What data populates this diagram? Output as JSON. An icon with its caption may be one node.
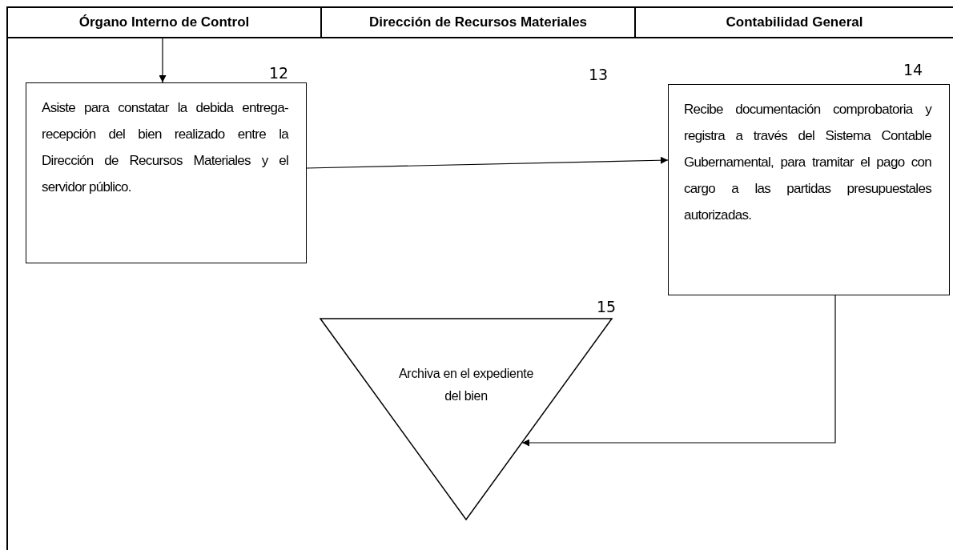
{
  "diagram": {
    "nodes": [
      {
        "text": [
          "Órgano Interno de Control"
        ]
      },
      {
        "text": [
          "Dirección de Recursos Materiales"
        ]
      },
      {
        "text": [
          "Contabilidad General"
        ]
      },
      {
        "text": [
          "Asiste para constatar la debida entrega-recepción del bien realizado entre la Dirección de Recursos Materiales y el servidor público."
        ],
        "beside": [
          "12"
        ]
      },
      {
        "text": [
          "Recibe documentación comprobatoria y registra a través del Sistema Contable Gubernamental, para tramitar el pago con cargo a las partidas presupuestales autorizadas."
        ],
        "beside": [
          "14"
        ]
      },
      {
        "text": [
          "Archiva en el expediente del bien"
        ],
        "beside": [
          "15"
        ]
      }
    ],
    "edges": [
      {
        "from": 0,
        "to": 3,
        "arrow": "to"
      },
      {
        "from": 3,
        "to": 4,
        "arrow": "to"
      },
      {
        "from": 4,
        "to": 5,
        "arrow": "to"
      }
    ],
    "labels": [
      "13"
    ]
  }
}
